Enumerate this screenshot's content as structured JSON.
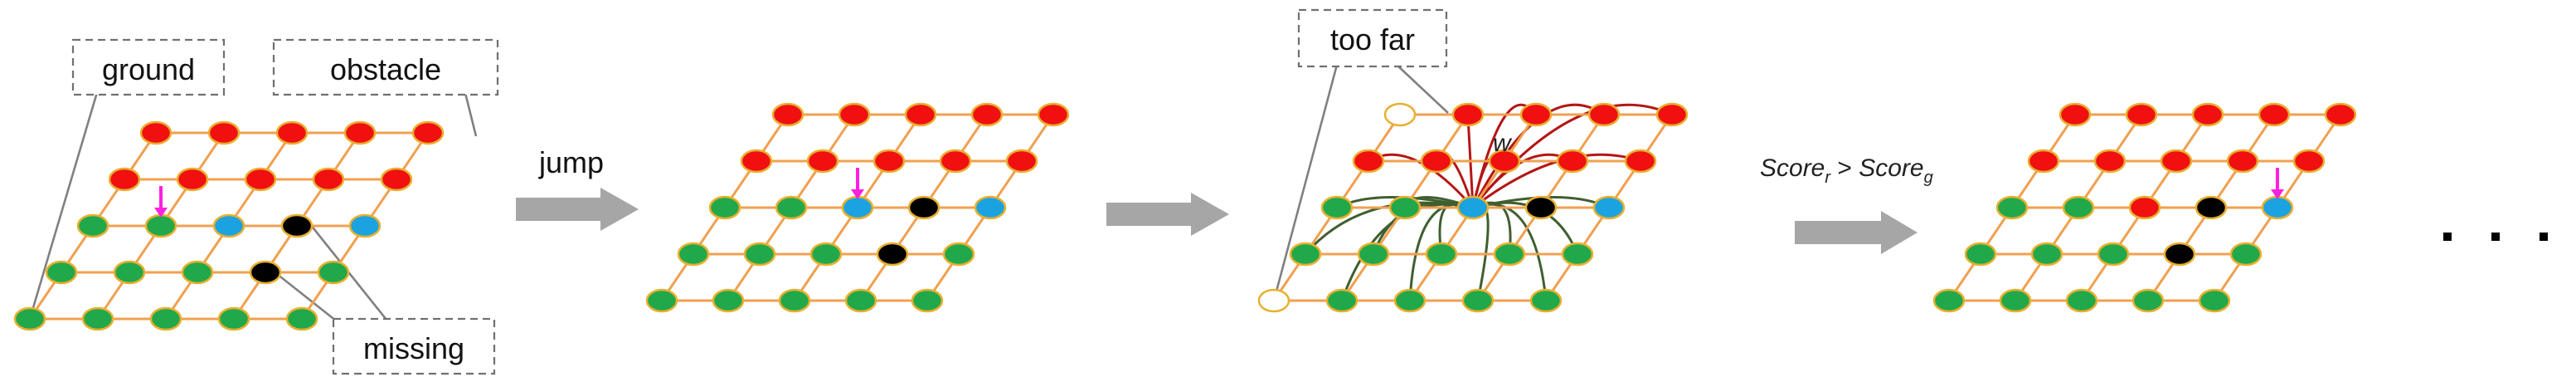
{
  "callouts": {
    "ground": "ground",
    "obstacle": "obstacle",
    "missing": "missing",
    "too_far": "too far"
  },
  "steps": {
    "jump": "jump",
    "weight": "w",
    "score_r": "Score",
    "score_r_sub": "r",
    "gt": " > ",
    "score_g": "Score",
    "score_g_sub": "g"
  },
  "colors": {
    "ground": "#21a84a",
    "obstacle": "#f01010",
    "unknown": "#1aa3e0",
    "missing": "#000000",
    "too_far": "#ffffff",
    "grid": "#f0a050",
    "red_curve": "#b51515",
    "green_curve": "#3f5f2f",
    "marker": "#ff20e0"
  },
  "grids": [
    {
      "rows": [
        [
          "red",
          "red",
          "red",
          "red",
          "red"
        ],
        [
          "red",
          "red",
          "red",
          "red",
          "red"
        ],
        [
          "green",
          "green",
          "blue",
          "black",
          "blue"
        ],
        [
          "green",
          "green",
          "green",
          "black",
          "green"
        ],
        [
          "green",
          "green",
          "green",
          "green",
          "green"
        ]
      ],
      "marker": [
        2,
        1
      ]
    },
    {
      "rows": [
        [
          "red",
          "red",
          "red",
          "red",
          "red"
        ],
        [
          "red",
          "red",
          "red",
          "red",
          "red"
        ],
        [
          "green",
          "green",
          "blue",
          "black",
          "blue"
        ],
        [
          "green",
          "green",
          "green",
          "black",
          "green"
        ],
        [
          "green",
          "green",
          "green",
          "green",
          "green"
        ]
      ],
      "marker": [
        2,
        2
      ]
    },
    {
      "rows": [
        [
          "hollow",
          "red",
          "red",
          "red",
          "red"
        ],
        [
          "red",
          "red",
          "red",
          "red",
          "red"
        ],
        [
          "green",
          "green",
          "blue",
          "black",
          "blue"
        ],
        [
          "green",
          "green",
          "green",
          "green",
          "green"
        ],
        [
          "hollow",
          "green",
          "green",
          "green",
          "green"
        ]
      ],
      "marker": null
    },
    {
      "rows": [
        [
          "red",
          "red",
          "red",
          "red",
          "red"
        ],
        [
          "red",
          "red",
          "red",
          "red",
          "red"
        ],
        [
          "green",
          "green",
          "red",
          "black",
          "blue"
        ],
        [
          "green",
          "green",
          "green",
          "black",
          "green"
        ],
        [
          "green",
          "green",
          "green",
          "green",
          "green"
        ]
      ],
      "marker": [
        2,
        4
      ]
    }
  ],
  "ellipsis": ". . ."
}
